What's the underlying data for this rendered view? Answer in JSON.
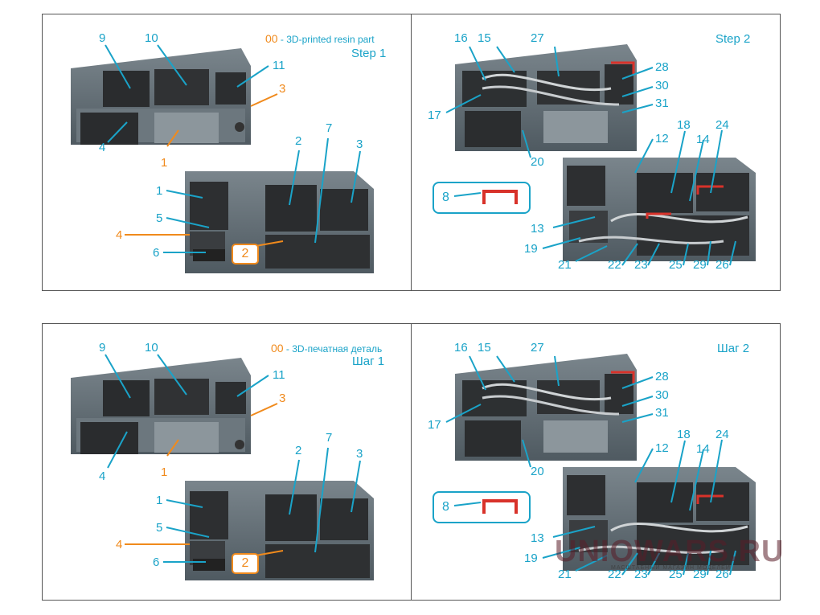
{
  "legend_en": {
    "code": "00",
    "text": " - 3D-printed resin part"
  },
  "legend_ru": {
    "code": "00",
    "text": " - 3D-печатная деталь"
  },
  "step1_en": "Step 1",
  "step2_en": "Step 2",
  "step1_ru": "Шаг 1",
  "step2_ru": "Шаг 2",
  "callouts": {
    "n1": "1",
    "n2": "2",
    "n3": "3",
    "n4": "4",
    "n5": "5",
    "n6": "6",
    "n7": "7",
    "n8": "8",
    "n9": "9",
    "n10": "10",
    "n11": "11",
    "n12": "12",
    "n13": "13",
    "n14": "14",
    "n15": "15",
    "n16": "16",
    "n17": "17",
    "n18": "18",
    "n19": "19",
    "n20": "20",
    "n21": "21",
    "n22": "22",
    "n23": "23",
    "n24": "24",
    "n25": "25",
    "n26": "26",
    "n27": "27",
    "n28": "28",
    "n29": "29",
    "n30": "30",
    "n31": "31"
  },
  "watermark": {
    "main": "UNIOWARS.RU",
    "sub": "МАСШТАБНЫЙ МАГАЗИН МОДЕЛЕЙ"
  },
  "colors": {
    "accent": "#1aa3c8",
    "resin": "#f08a1c",
    "panel": "#5d6a72",
    "bracket": "#d8322a"
  }
}
